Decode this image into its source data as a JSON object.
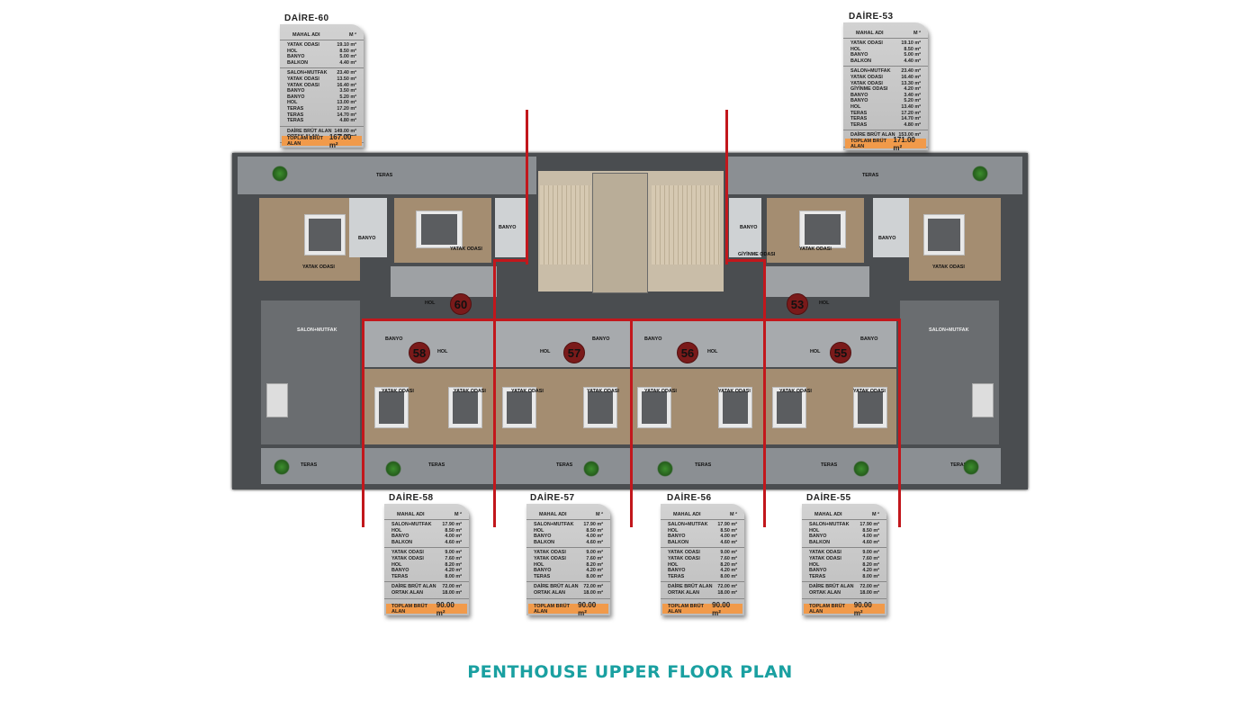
{
  "page_title": "PENTHOUSE UPPER FLOOR PLAN",
  "card_header": {
    "name": "MAHAL ADI",
    "unit": "M ²"
  },
  "total_label": "TOPLAM BRÜT ALAN",
  "cards": {
    "d60": {
      "title": "DAİRE-60",
      "groups": [
        [
          [
            "YATAK ODASI",
            "19.10 m²"
          ],
          [
            "HOL",
            "8.50 m²"
          ],
          [
            "BANYO",
            "5.00 m²"
          ],
          [
            "BALKON",
            "4.40 m²"
          ]
        ],
        [
          [
            "SALON+MUTFAK",
            "23.40 m²"
          ],
          [
            "YATAK ODASI",
            "13.50 m²"
          ],
          [
            "YATAK ODASI",
            "16.40 m²"
          ],
          [
            "BANYO",
            "3.50 m²"
          ],
          [
            "BANYO",
            "5.20 m²"
          ],
          [
            "HOL",
            "13.00 m²"
          ],
          [
            "TERAS",
            "17.20 m²"
          ],
          [
            "TERAS",
            "14.70 m²"
          ],
          [
            "TERAS",
            "4.80 m²"
          ]
        ],
        [
          [
            "DAİRE BRÜT ALAN",
            "149.00 m²"
          ],
          [
            "ORTAK ALAN",
            "18.00 m²"
          ]
        ]
      ],
      "total": "167.00 m²"
    },
    "d53": {
      "title": "DAİRE-53",
      "groups": [
        [
          [
            "YATAK ODASI",
            "19.10 m²"
          ],
          [
            "HOL",
            "8.50 m²"
          ],
          [
            "BANYO",
            "5.00 m²"
          ],
          [
            "BALKON",
            "4.40 m²"
          ]
        ],
        [
          [
            "SALON+MUTFAK",
            "23.40 m²"
          ],
          [
            "YATAK ODASI",
            "16.40 m²"
          ],
          [
            "YATAK ODASI",
            "13.30 m²"
          ],
          [
            "GİYİNME ODASI",
            "4.20 m²"
          ],
          [
            "BANYO",
            "3.40 m²"
          ],
          [
            "BANYO",
            "5.20 m²"
          ],
          [
            "HOL",
            "13.40 m²"
          ],
          [
            "TERAS",
            "17.20 m²"
          ],
          [
            "TERAS",
            "14.70 m²"
          ],
          [
            "TERAS",
            "4.80 m²"
          ]
        ],
        [
          [
            "DAİRE BRÜT ALAN",
            "153.00 m²"
          ],
          [
            "ORTAK ALAN",
            "18.00 m²"
          ]
        ]
      ],
      "total": "171.00 m²"
    },
    "d58": {
      "title": "DAİRE-58",
      "groups": [
        [
          [
            "SALON+MUTFAK",
            "17.90 m²"
          ],
          [
            "HOL",
            "8.50 m²"
          ],
          [
            "BANYO",
            "4.00 m²"
          ],
          [
            "BALKON",
            "4.60 m²"
          ]
        ],
        [
          [
            "YATAK ODASI",
            "9.00 m²"
          ],
          [
            "YATAK ODASI",
            "7.60 m²"
          ],
          [
            "HOL",
            "8.20 m²"
          ],
          [
            "BANYO",
            "4.20 m²"
          ],
          [
            "TERAS",
            "8.00 m²"
          ]
        ],
        [
          [
            "DAİRE BRÜT ALAN",
            "72.00 m²"
          ],
          [
            "ORTAK ALAN",
            "18.00 m²"
          ]
        ]
      ],
      "total": "90.00 m²"
    },
    "d57": {
      "title": "DAİRE-57",
      "groups": [
        [
          [
            "SALON+MUTFAK",
            "17.90 m²"
          ],
          [
            "HOL",
            "8.50 m²"
          ],
          [
            "BANYO",
            "4.00 m²"
          ],
          [
            "BALKON",
            "4.60 m²"
          ]
        ],
        [
          [
            "YATAK ODASI",
            "9.00 m²"
          ],
          [
            "YATAK ODASI",
            "7.60 m²"
          ],
          [
            "HOL",
            "8.20 m²"
          ],
          [
            "BANYO",
            "4.20 m²"
          ],
          [
            "TERAS",
            "8.00 m²"
          ]
        ],
        [
          [
            "DAİRE BRÜT ALAN",
            "72.00 m²"
          ],
          [
            "ORTAK ALAN",
            "18.00 m²"
          ]
        ]
      ],
      "total": "90.00 m²"
    },
    "d56": {
      "title": "DAİRE-56",
      "groups": [
        [
          [
            "SALON+MUTFAK",
            "17.90 m²"
          ],
          [
            "HOL",
            "8.50 m²"
          ],
          [
            "BANYO",
            "4.00 m²"
          ],
          [
            "BALKON",
            "4.60 m²"
          ]
        ],
        [
          [
            "YATAK ODASI",
            "9.00 m²"
          ],
          [
            "YATAK ODASI",
            "7.60 m²"
          ],
          [
            "HOL",
            "8.20 m²"
          ],
          [
            "BANYO",
            "4.20 m²"
          ],
          [
            "TERAS",
            "8.00 m²"
          ]
        ],
        [
          [
            "DAİRE BRÜT ALAN",
            "72.00 m²"
          ],
          [
            "ORTAK ALAN",
            "18.00 m²"
          ]
        ]
      ],
      "total": "90.00 m²"
    },
    "d55": {
      "title": "DAİRE-55",
      "groups": [
        [
          [
            "SALON+MUTFAK",
            "17.90 m²"
          ],
          [
            "HOL",
            "8.50 m²"
          ],
          [
            "BANYO",
            "4.00 m²"
          ],
          [
            "BALKON",
            "4.60 m²"
          ]
        ],
        [
          [
            "YATAK ODASI",
            "9.00 m²"
          ],
          [
            "YATAK ODASI",
            "7.60 m²"
          ],
          [
            "HOL",
            "8.20 m²"
          ],
          [
            "BANYO",
            "4.20 m²"
          ],
          [
            "TERAS",
            "8.00 m²"
          ]
        ],
        [
          [
            "DAİRE BRÜT ALAN",
            "72.00 m²"
          ],
          [
            "ORTAK ALAN",
            "18.00 m²"
          ]
        ]
      ],
      "total": "90.00 m²"
    }
  },
  "plan": {
    "unit_numbers": [
      "60",
      "53",
      "58",
      "57",
      "56",
      "55"
    ],
    "labels": {
      "teras": "TERAS",
      "banyo": "BANYO",
      "yatak_odasi": "YATAK ODASI",
      "hol": "HOL",
      "salon_mutfak": "SALON+MUTFAK",
      "giyinme_odasi": "GİYİNME ODASI"
    }
  }
}
